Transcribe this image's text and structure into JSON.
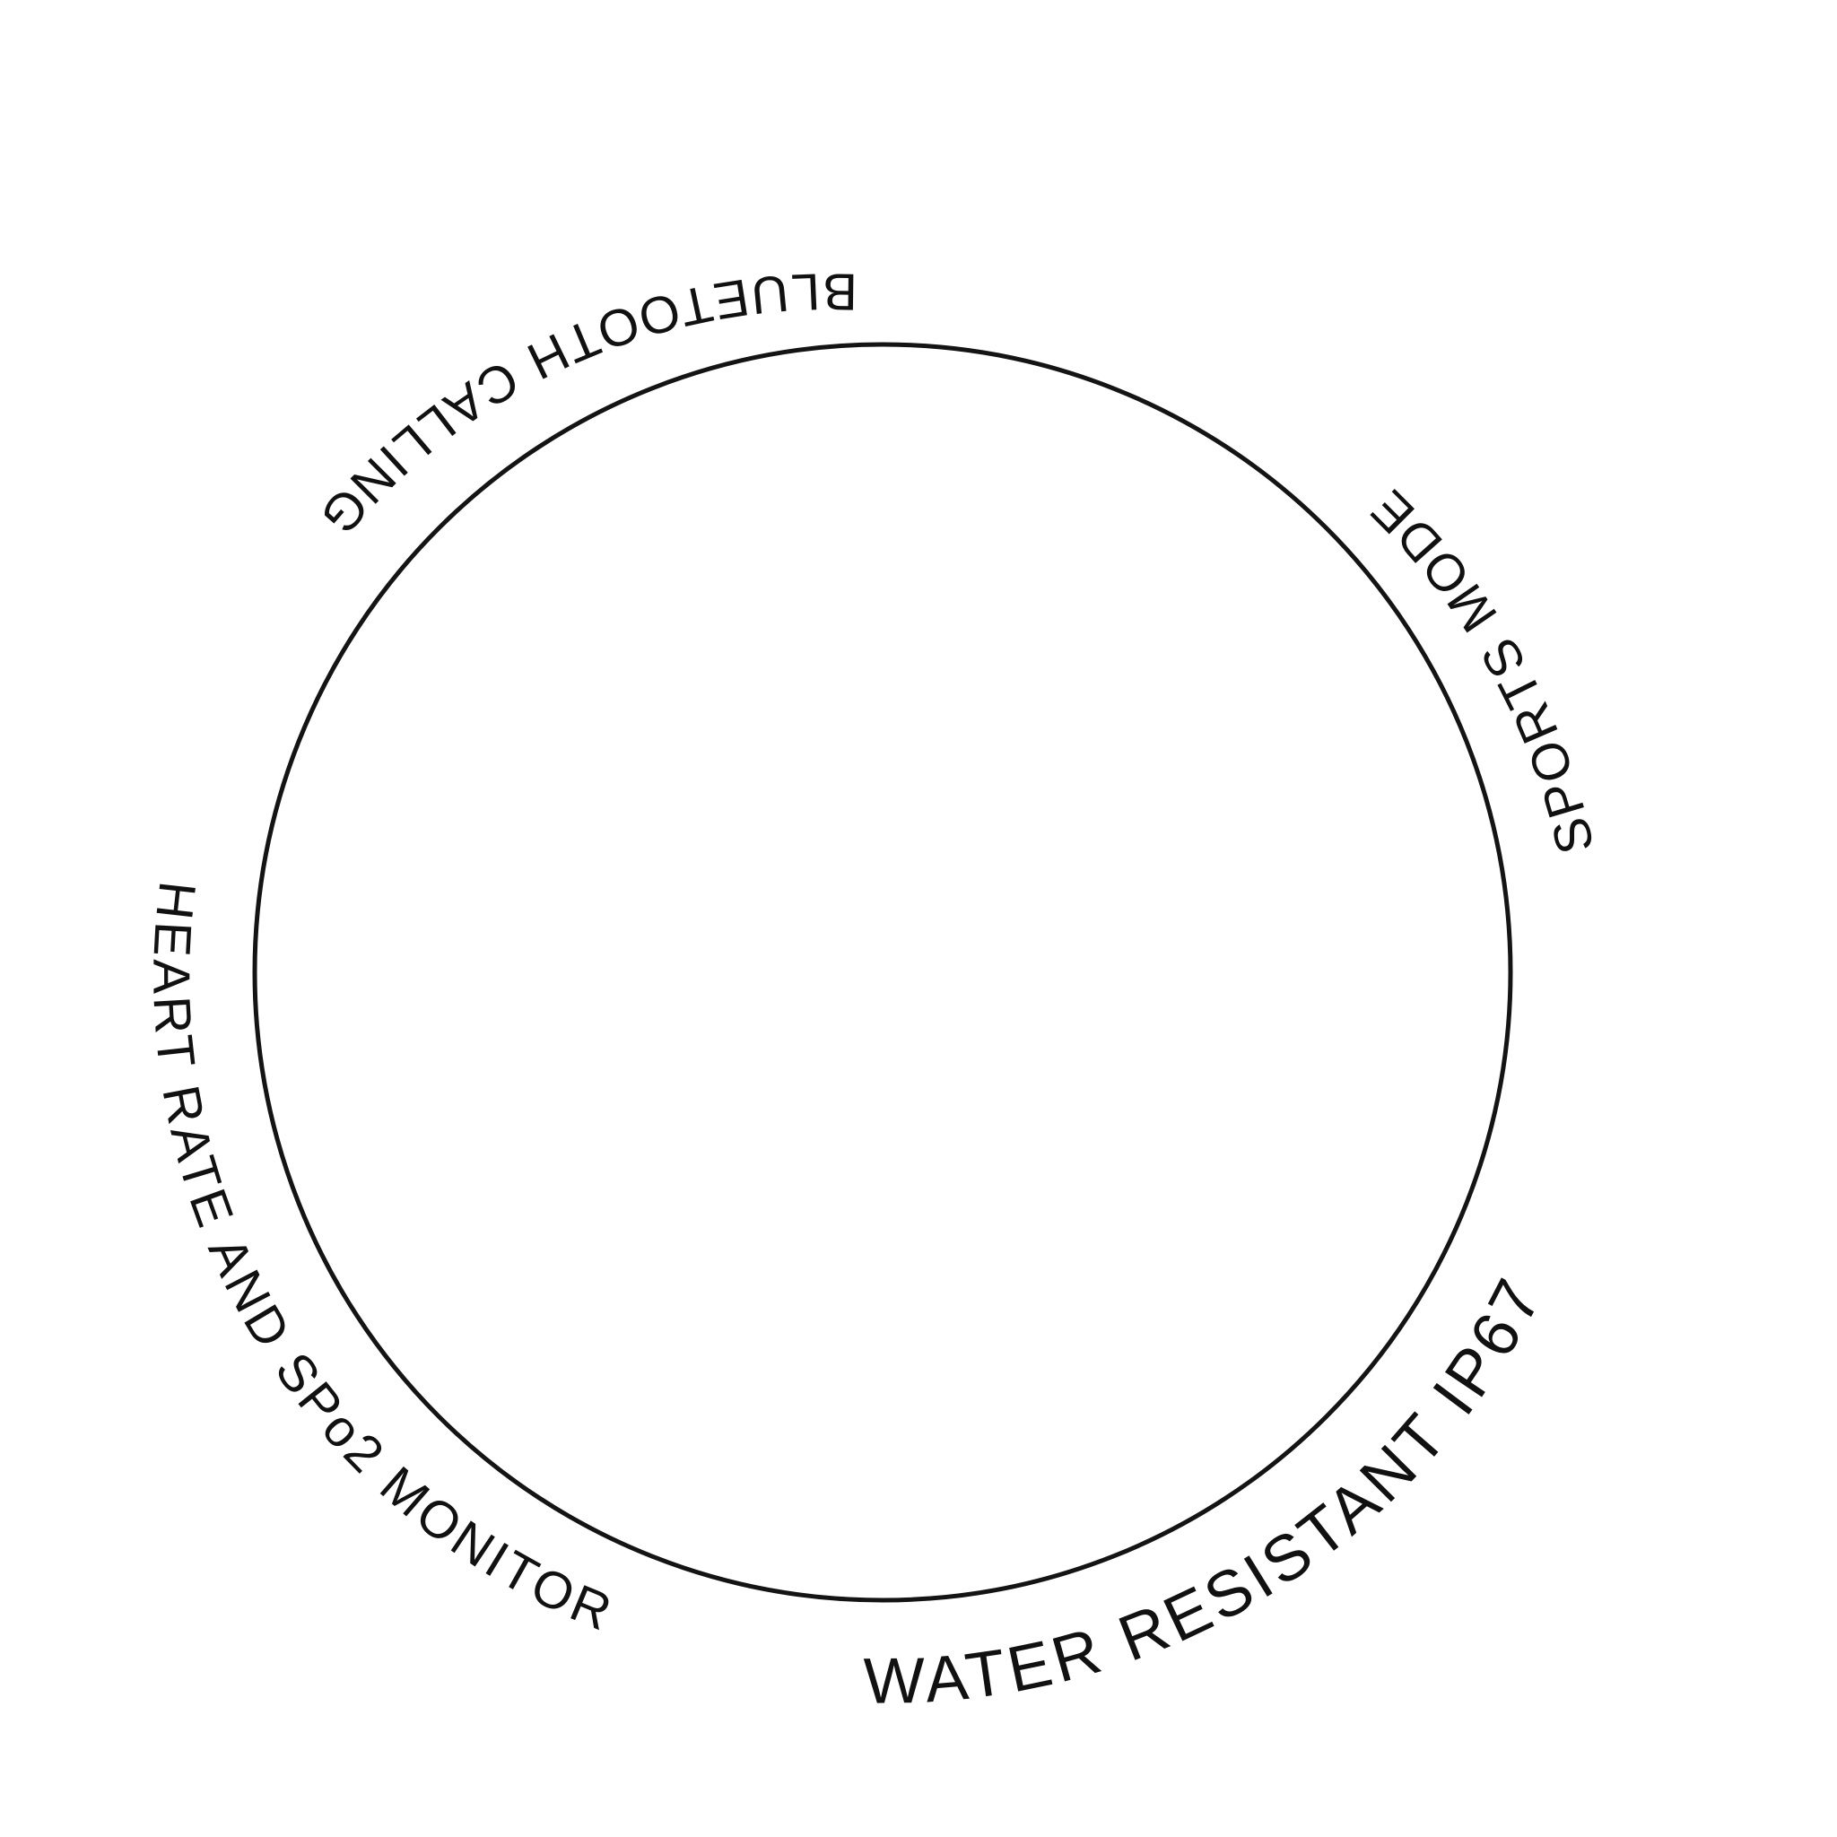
{
  "labels": {
    "bluetooth": "BLUETOOTH CALLING",
    "sports": "SPORTS MODE",
    "heart": "HEART RATE AND SPo2 MONITOR",
    "water": "WATER RESISTANT IP67"
  },
  "colors": {
    "ring": "#141414",
    "text": "#111111",
    "background": "#ffffff"
  }
}
